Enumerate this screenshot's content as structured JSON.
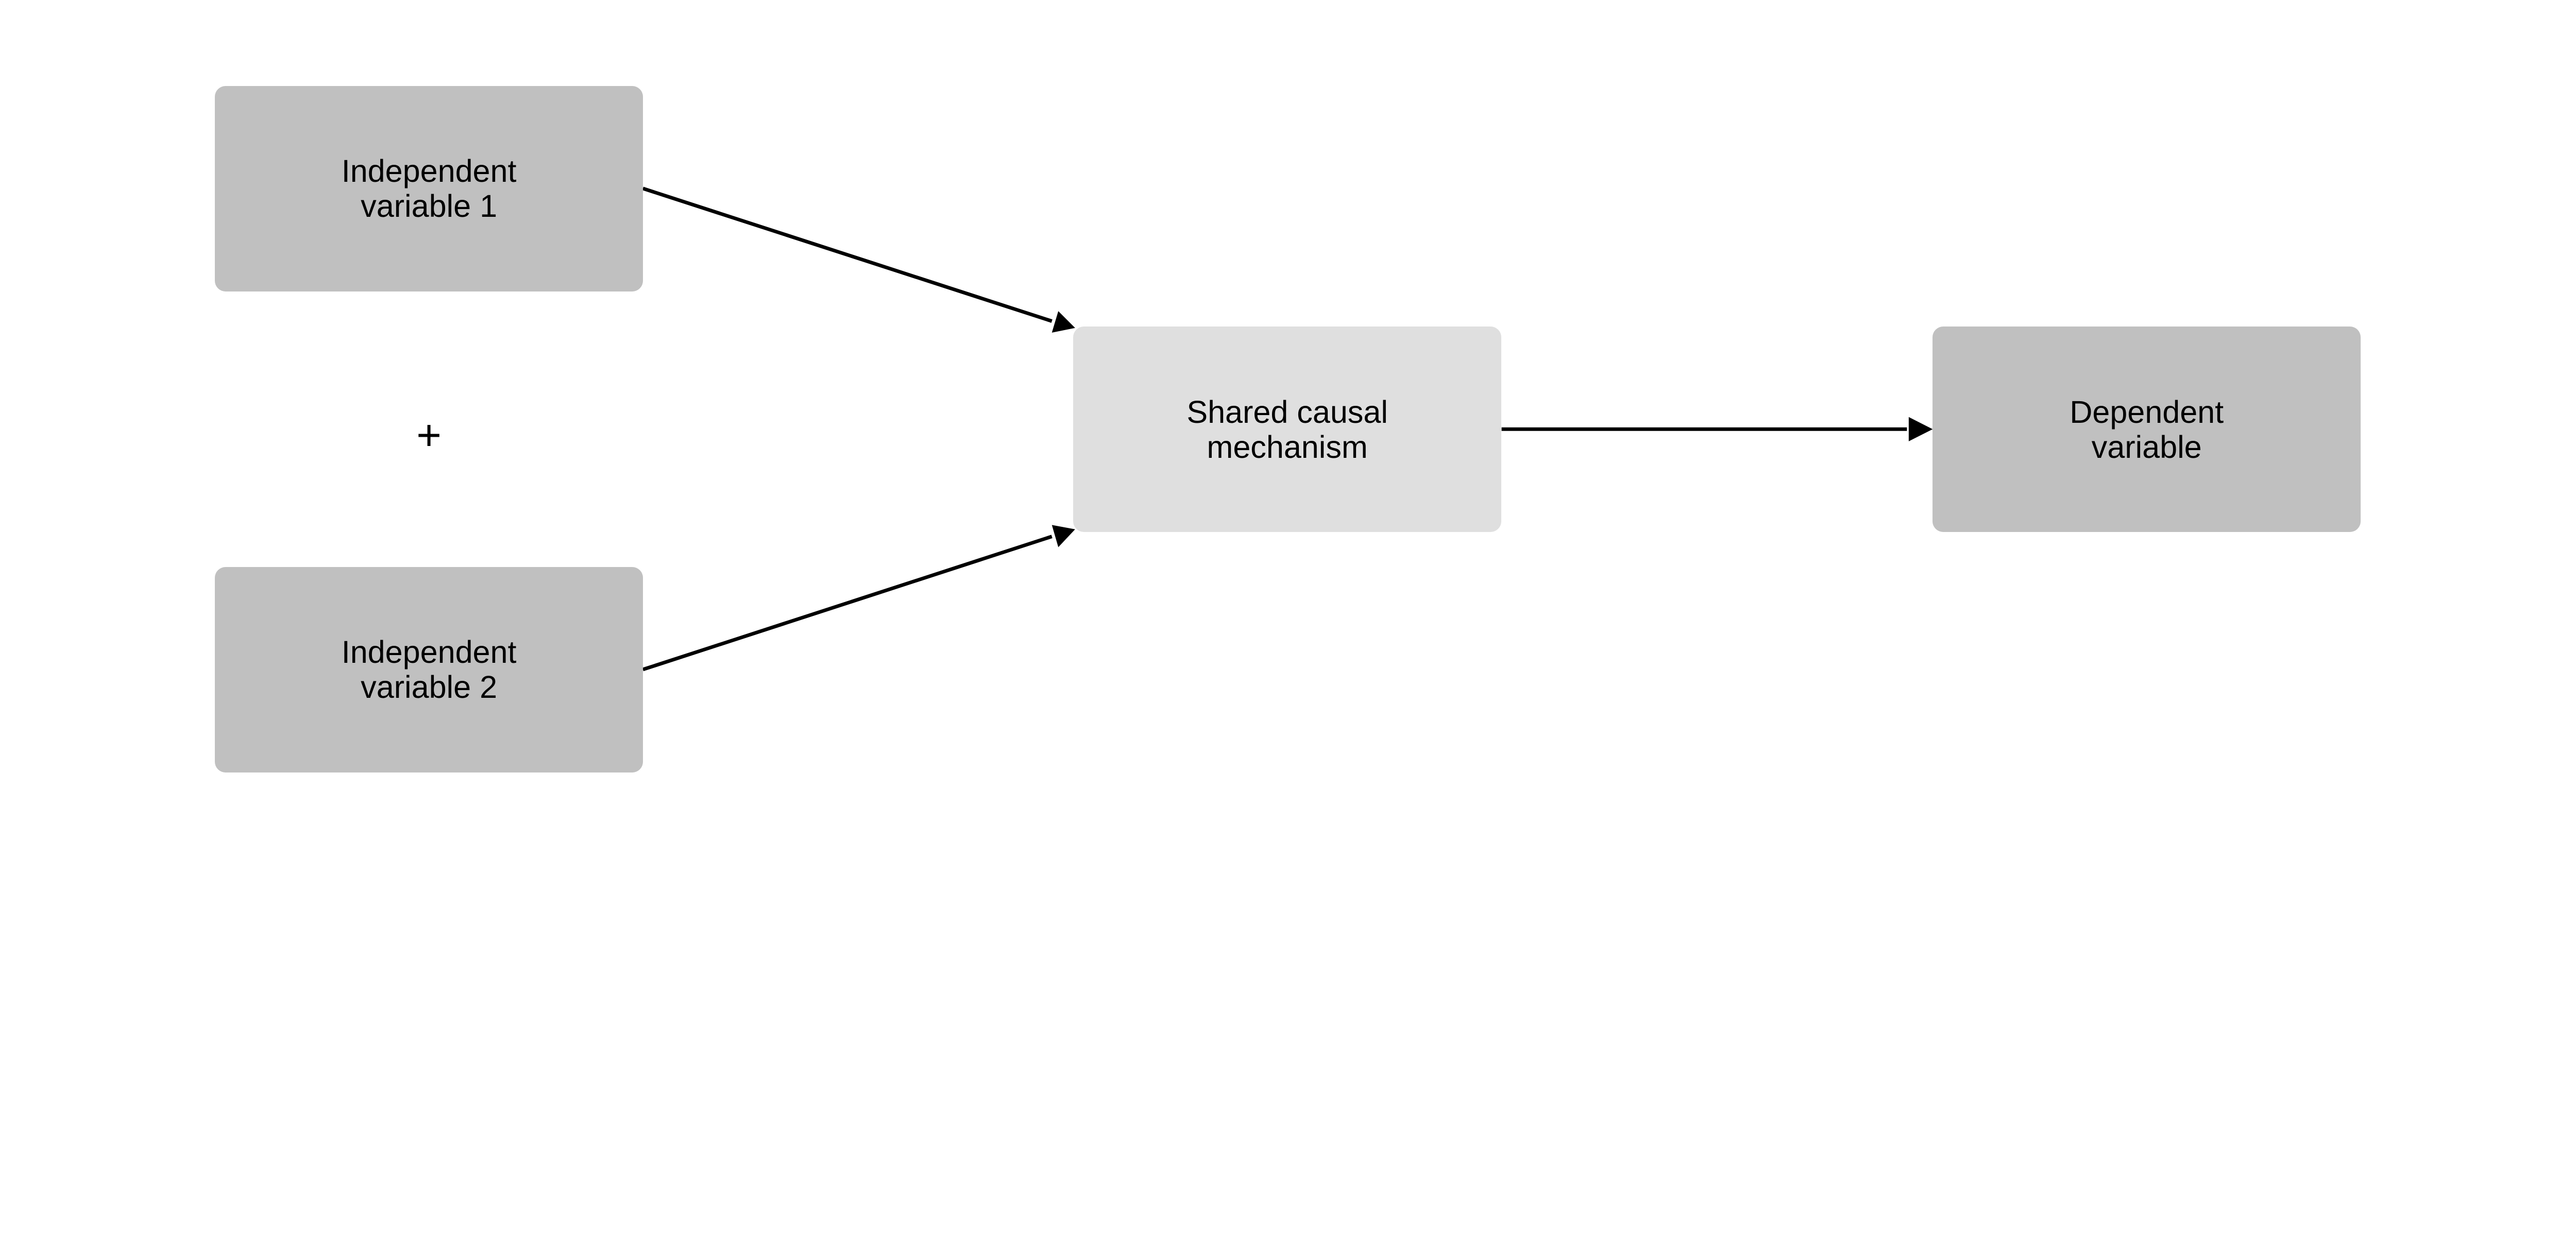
{
  "nodes": {
    "iv1": {
      "label": "Independent\nvariable 1",
      "color": "#c0c0c0"
    },
    "iv2": {
      "label": "Independent\nvariable 2",
      "color": "#c0c0c0"
    },
    "mechanism": {
      "label": "Shared causal\nmechanism",
      "color": "#dfdfdf"
    },
    "dv": {
      "label": "Dependent\nvariable",
      "color": "#c0c0c0"
    }
  },
  "operator": "+",
  "edges": [
    {
      "from": "iv1",
      "to": "mechanism"
    },
    {
      "from": "iv2",
      "to": "mechanism"
    },
    {
      "from": "mechanism",
      "to": "dv"
    }
  ]
}
